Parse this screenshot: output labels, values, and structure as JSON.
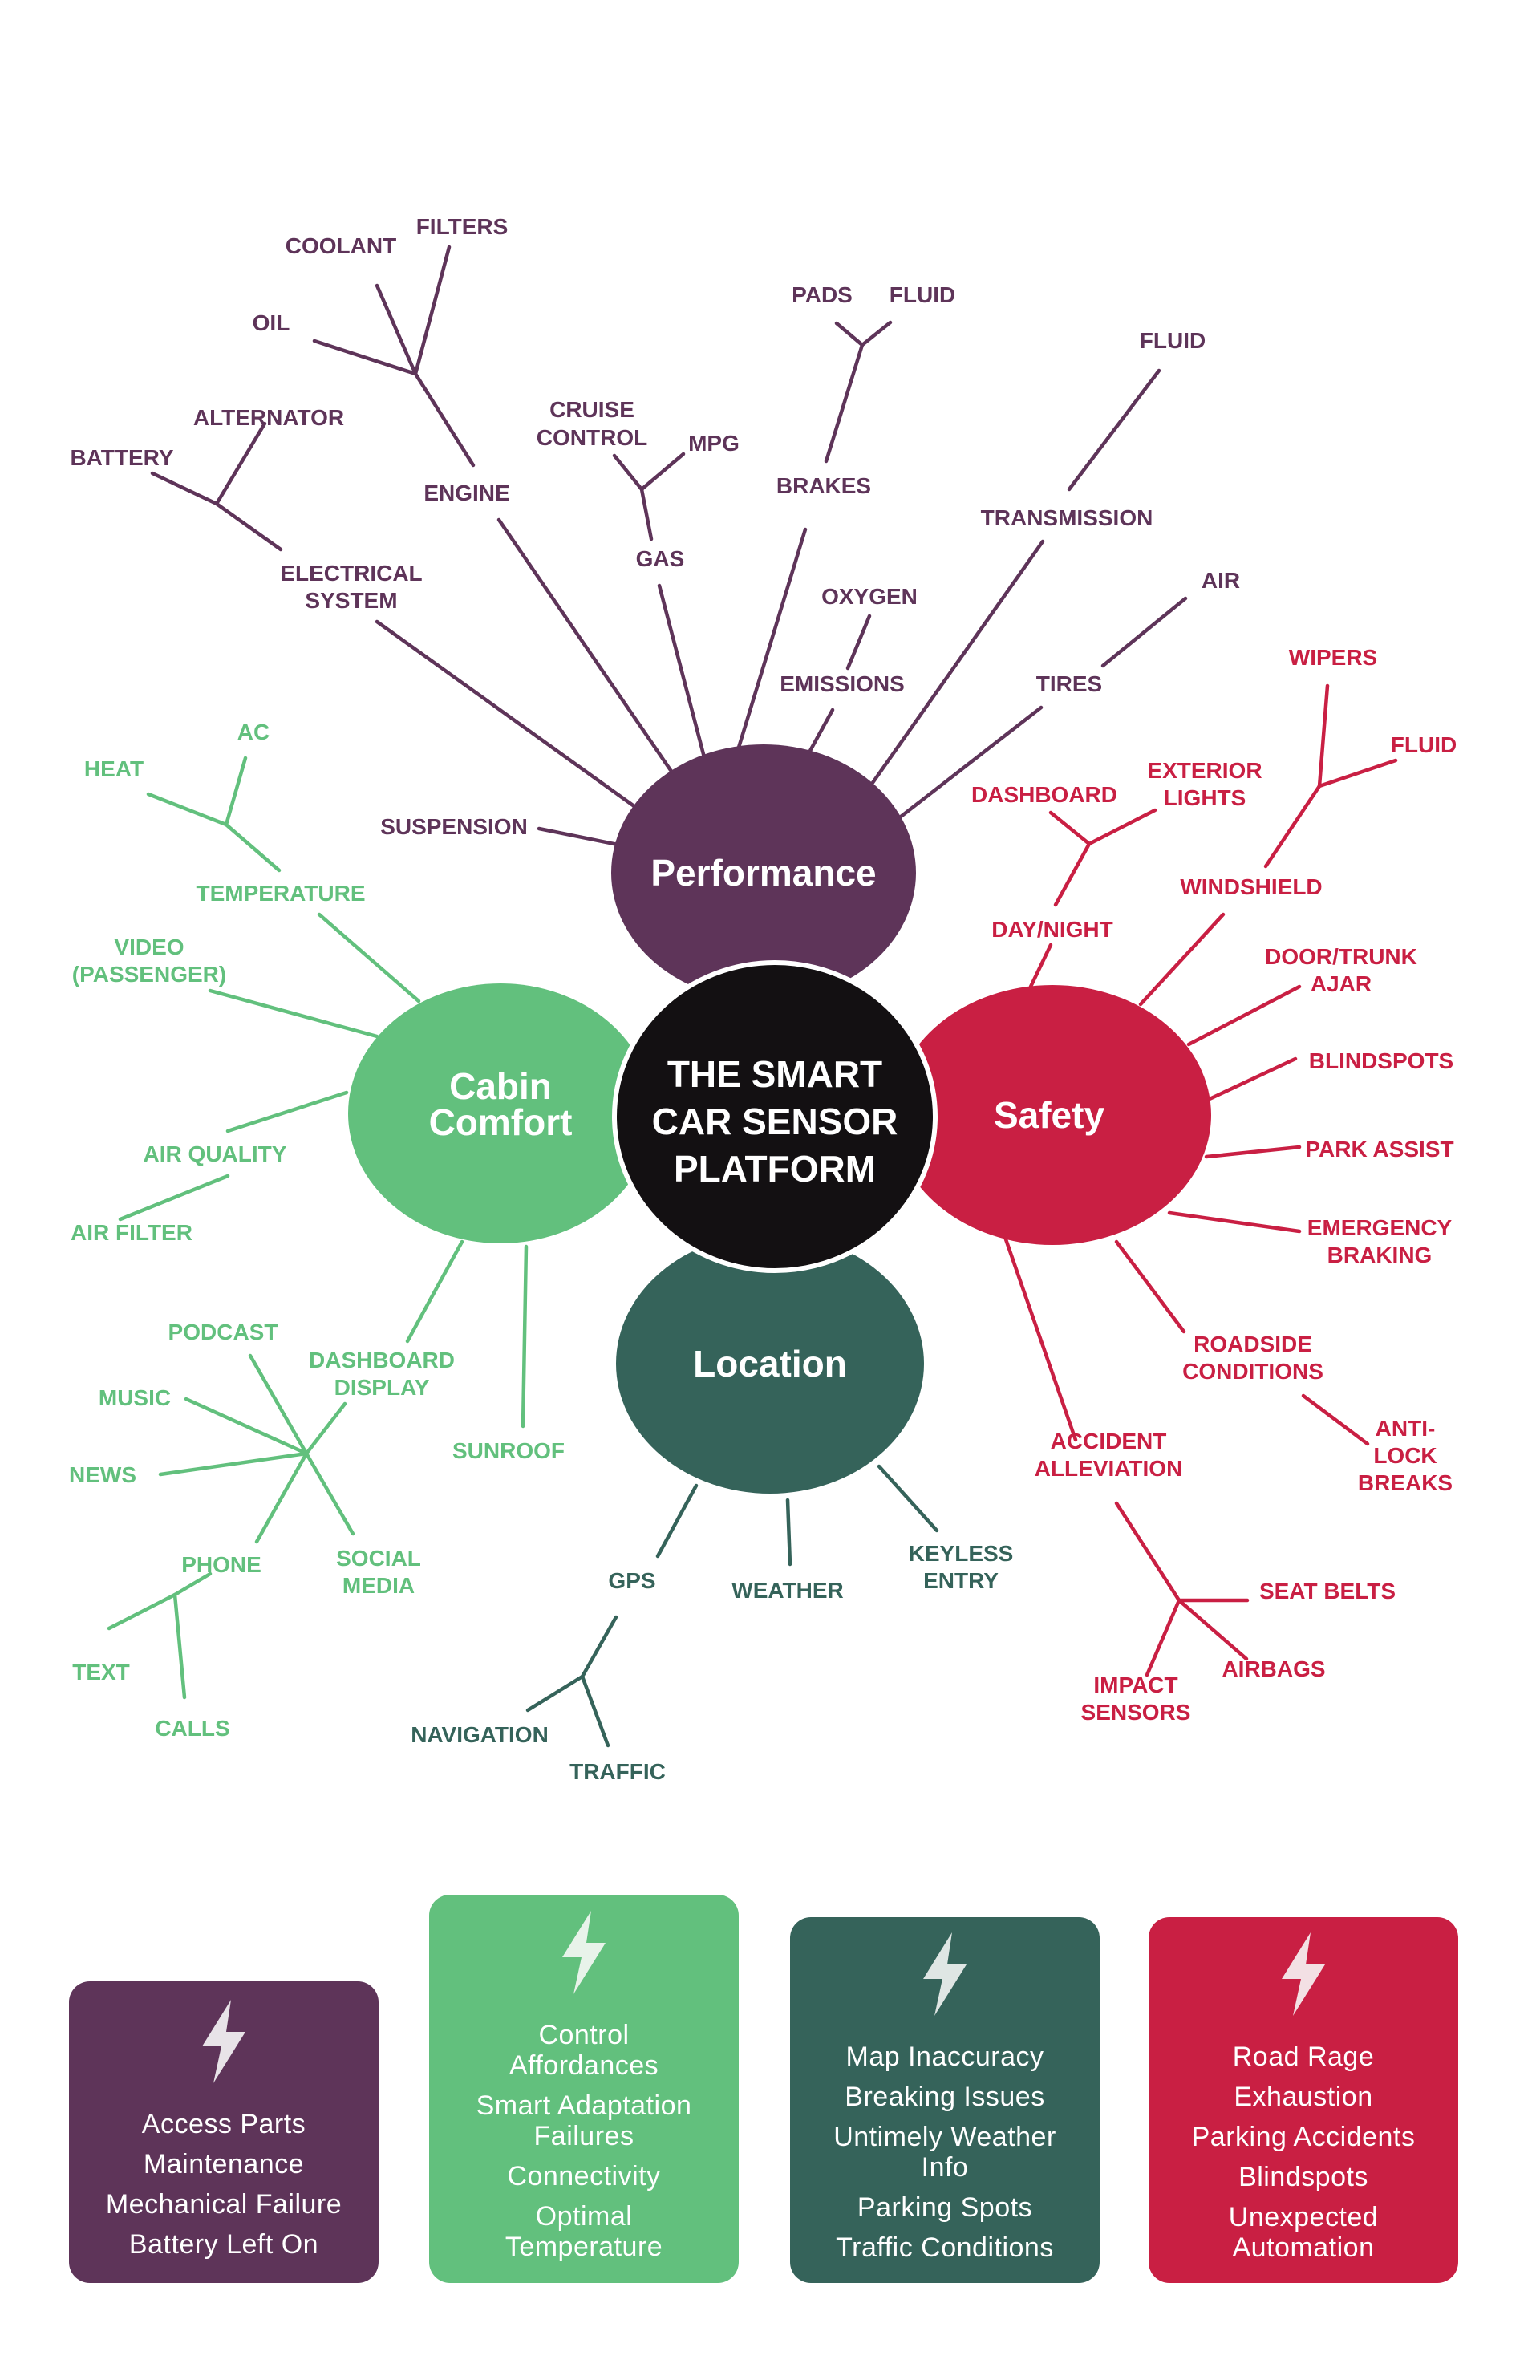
{
  "center": {
    "lines": [
      "THE SMART",
      "CAR SENSOR",
      "PLATFORM"
    ]
  },
  "colors": {
    "performance": "#5e3459",
    "safety": "#c91f43",
    "comfort": "#62c07d",
    "location": "#35635a",
    "center": "#131012"
  },
  "hubs": {
    "performance": "Performance",
    "safety": "Safety",
    "comfort_line1": "Cabin",
    "comfort_line2": "Comfort",
    "location": "Location"
  },
  "labels": {
    "filters": "FILTERS",
    "coolant": "COOLANT",
    "oil": "OIL",
    "alternator": "ALTERNATOR",
    "battery": "BATTERY",
    "engine": "ENGINE",
    "electrical_1": "ELECTRICAL",
    "electrical_2": "SYSTEM",
    "cruise_1": "CRUISE",
    "cruise_2": "CONTROL",
    "mpg": "MPG",
    "gas": "GAS",
    "pads": "PADS",
    "brake_fluid": "FLUID",
    "brakes": "BRAKES",
    "trans_fluid": "FLUID",
    "transmission": "TRANSMISSION",
    "oxygen": "OXYGEN",
    "emissions": "EMISSIONS",
    "air": "AIR",
    "tires": "TIRES",
    "suspension": "SUSPENSION",
    "wipers": "WIPERS",
    "wiper_fluid": "FLUID",
    "windshield": "WINDSHIELD",
    "dashboard": "DASHBOARD",
    "exterior_1": "EXTERIOR",
    "exterior_2": "LIGHTS",
    "daynight": "DAY/NIGHT",
    "door_1": "DOOR/TRUNK",
    "door_2": "AJAR",
    "blindspots": "BLINDSPOTS",
    "park": "PARK ASSIST",
    "emergency_1": "EMERGENCY",
    "emergency_2": "BRAKING",
    "roadside_1": "ROADSIDE",
    "roadside_2": "CONDITIONS",
    "antilock_1": "ANTI-",
    "antilock_2": "LOCK",
    "antilock_3": "BREAKS",
    "accident_1": "ACCIDENT",
    "accident_2": "ALLEVIATION",
    "seatbelts": "SEAT BELTS",
    "airbags": "AIRBAGS",
    "impact_1": "IMPACT",
    "impact_2": "SENSORS",
    "heat": "HEAT",
    "ac": "AC",
    "temperature": "TEMPERATURE",
    "video_1": "VIDEO",
    "video_2": "(PASSENGER)",
    "airquality": "AIR QUALITY",
    "airfilter": "AIR FILTER",
    "podcast": "PODCAST",
    "dash_display_1": "DASHBOARD",
    "dash_display_2": "DISPLAY",
    "music": "MUSIC",
    "news": "NEWS",
    "sunroof": "SUNROOF",
    "social_1": "SOCIAL",
    "social_2": "MEDIA",
    "phone": "PHONE",
    "text": "TEXT",
    "calls": "CALLS",
    "gps": "GPS",
    "weather": "WEATHER",
    "keyless_1": "KEYLESS",
    "keyless_2": "ENTRY",
    "navigation": "NAVIGATION",
    "traffic": "TRAFFIC"
  },
  "boxes": {
    "performance": [
      "Access Parts",
      "Maintenance",
      "Mechanical Failure",
      "Battery Left On"
    ],
    "comfort": [
      "Control\nAffordances",
      "Smart Adaptation\nFailures",
      "Connectivity",
      "Optimal\nTemperature"
    ],
    "location": [
      "Map Inaccuracy",
      "Breaking Issues",
      "Untimely Weather\nInfo",
      "Parking Spots",
      "Traffic Conditions"
    ],
    "safety": [
      "Road Rage",
      "Exhaustion",
      "Parking Accidents",
      "Blindspots",
      "Unexpected\nAutomation"
    ]
  },
  "icons": {
    "box_icon": "lightning-bolt-icon"
  }
}
